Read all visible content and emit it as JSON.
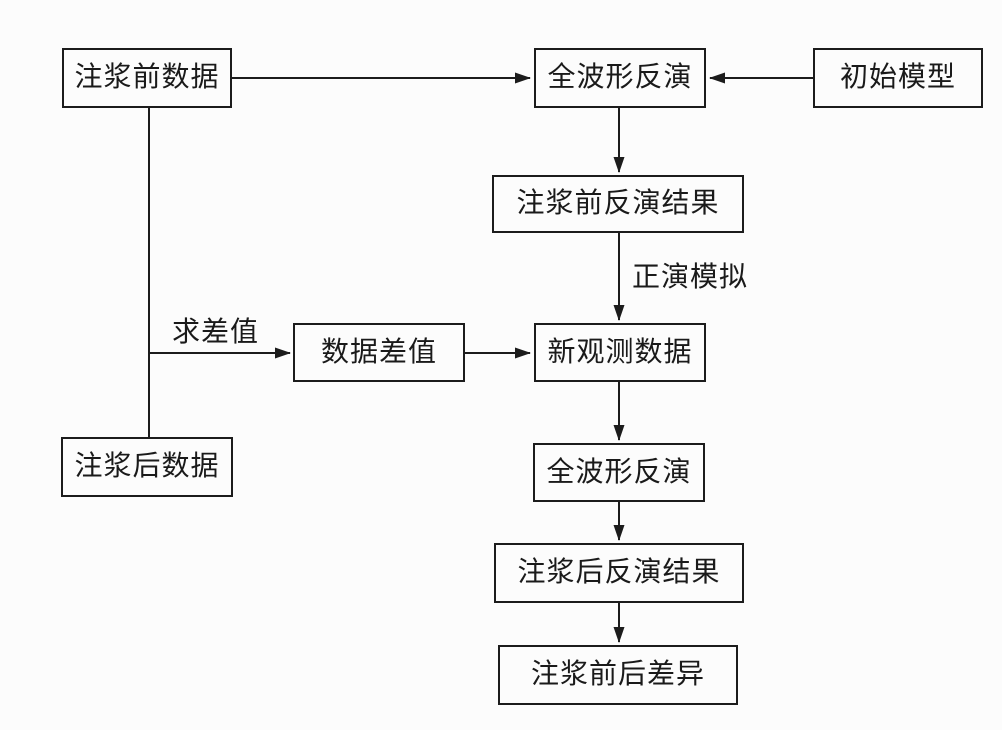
{
  "figure": {
    "type": "flowchart",
    "language": "zh-CN"
  },
  "colors": {
    "background": "#fcfcfc",
    "line": "#1c1c1c",
    "text": "#1a1a1a",
    "node_fill": "#fcfcfc"
  },
  "nodes": {
    "pre_grouting_data": {
      "label": "注浆前数据"
    },
    "fwi_top": {
      "label": "全波形反演"
    },
    "initial_model": {
      "label": "初始模型"
    },
    "pre_grouting_inversion_result": {
      "label": "注浆前反演结果"
    },
    "data_difference": {
      "label": "数据差值"
    },
    "new_observed_data": {
      "label": "新观测数据"
    },
    "post_grouting_data": {
      "label": "注浆后数据"
    },
    "fwi_bottom": {
      "label": "全波形反演"
    },
    "post_grouting_inversion_result": {
      "label": "注浆后反演结果"
    },
    "pre_post_grouting_difference": {
      "label": "注浆前后差异"
    }
  },
  "edge_labels": {
    "forward_modeling": {
      "label": "正演模拟"
    },
    "compute_difference": {
      "label": "求差值"
    }
  },
  "edges": [
    {
      "from": "pre_grouting_data",
      "to": "fwi_top",
      "arrow": true
    },
    {
      "from": "initial_model",
      "to": "fwi_top",
      "arrow": true
    },
    {
      "from": "fwi_top",
      "to": "pre_grouting_inversion_result",
      "arrow": true
    },
    {
      "from": "pre_grouting_inversion_result",
      "to": "new_observed_data",
      "arrow": true,
      "label": "正演模拟"
    },
    {
      "from": "pre_grouting_data",
      "to": "post_grouting_data",
      "arrow": false
    },
    {
      "from": "pre_grouting_data",
      "to": "data_difference",
      "arrow": true,
      "label": "求差值"
    },
    {
      "from": "data_difference",
      "to": "new_observed_data",
      "arrow": true
    },
    {
      "from": "new_observed_data",
      "to": "fwi_bottom",
      "arrow": true
    },
    {
      "from": "fwi_bottom",
      "to": "post_grouting_inversion_result",
      "arrow": true
    },
    {
      "from": "post_grouting_inversion_result",
      "to": "pre_post_grouting_difference",
      "arrow": true
    }
  ]
}
